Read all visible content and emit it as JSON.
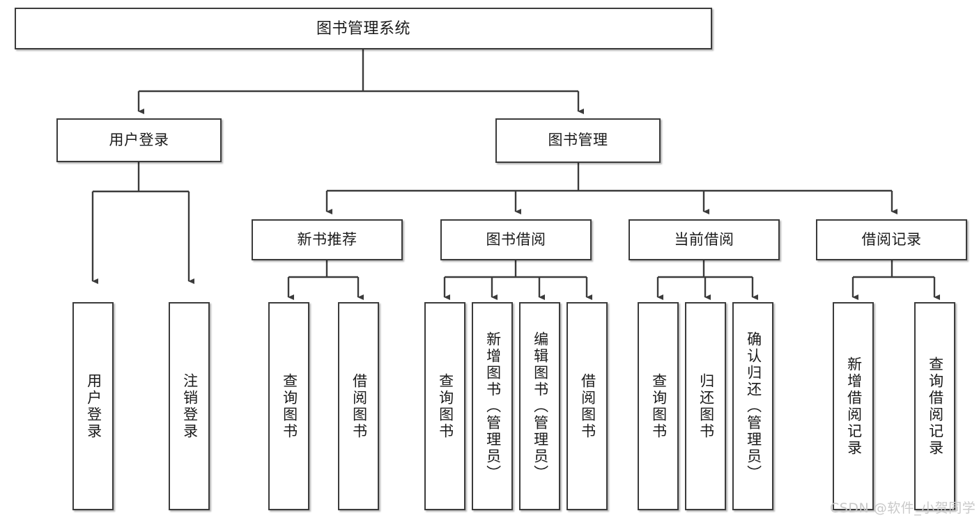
{
  "diagram": {
    "title": "图书管理系统",
    "watermark": "CSDN @软件_小贺同学",
    "line_color": "#3b3b3b",
    "box_fill": "#ffffff",
    "text_color": "#1a1a1a",
    "watermark_color": "#c9c9c9",
    "nodes": {
      "root": {
        "label": "图书管理系统"
      },
      "level2": [
        {
          "id": "user-login",
          "label": "用户登录"
        },
        {
          "id": "book-management",
          "label": "图书管理"
        }
      ],
      "level3": [
        {
          "id": "new-book-recommend",
          "label": "新书推荐"
        },
        {
          "id": "book-borrow",
          "label": "图书借阅"
        },
        {
          "id": "current-borrow",
          "label": "当前借阅"
        },
        {
          "id": "borrow-record",
          "label": "借阅记录"
        }
      ],
      "leaves": {
        "user_login": [
          {
            "id": "leaf-user-login",
            "label": "用户登录"
          },
          {
            "id": "leaf-logout-login",
            "label": "注销登录"
          }
        ],
        "new_book_recommend": [
          {
            "id": "leaf-query-book-1",
            "label": "查询图书"
          },
          {
            "id": "leaf-borrow-book-1",
            "label": "借阅图书"
          }
        ],
        "book_borrow": [
          {
            "id": "leaf-query-book-2",
            "label": "查询图书"
          },
          {
            "id": "leaf-add-book",
            "label": "新增图书（管理员）"
          },
          {
            "id": "leaf-edit-book",
            "label": "编辑图书（管理员）"
          },
          {
            "id": "leaf-borrow-book-2",
            "label": "借阅图书"
          }
        ],
        "current_borrow": [
          {
            "id": "leaf-query-book-3",
            "label": "查询图书"
          },
          {
            "id": "leaf-return-book",
            "label": "归还图书"
          },
          {
            "id": "leaf-confirm-return",
            "label": "确认归还（管理员）"
          }
        ],
        "borrow_record": [
          {
            "id": "leaf-add-record",
            "label": "新增借阅记录"
          },
          {
            "id": "leaf-query-record",
            "label": "查询借阅记录"
          }
        ]
      }
    }
  }
}
